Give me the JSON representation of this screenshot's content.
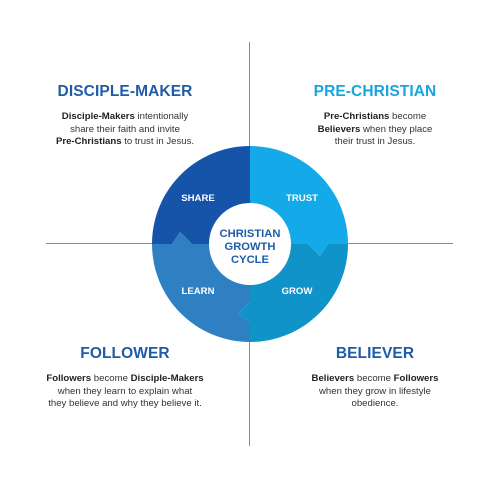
{
  "colors": {
    "share": "#1554a9",
    "trust": "#14a9e9",
    "learn": "#2f7fc3",
    "grow": "#0f93c8",
    "heading_blue": "#1f5ca8",
    "heading_cyan": "#1aa4de"
  },
  "quadrants": {
    "disciple_maker": {
      "title": "DISCIPLE-MAKER",
      "line1_bold": "Disciple-Makers",
      "line1_rest": " intentionally",
      "line2": "share their faith and invite",
      "line3_bold": "Pre-Christians",
      "line3_rest": " to trust in Jesus."
    },
    "pre_christian": {
      "title": "PRE-CHRISTIAN",
      "line1_bold": "Pre-Christians",
      "line1_rest": " become",
      "line2_bold": "Believers",
      "line2_rest": " when they place",
      "line3": "their trust in Jesus."
    },
    "follower": {
      "title": "FOLLOWER",
      "line1_bold_a": "Followers",
      "line1_mid": " become ",
      "line1_bold_b": "Disciple-Makers",
      "line2": "when they learn to explain what",
      "line3": "they believe and why they believe it."
    },
    "believer": {
      "title": "BELIEVER",
      "line1_bold_a": "Believers",
      "line1_mid": " become ",
      "line1_bold_b": "Followers",
      "line2": "when they grow in lifestyle",
      "line3": "obedience."
    }
  },
  "wheel": {
    "segments": {
      "share": "SHARE",
      "trust": "TRUST",
      "learn": "LEARN",
      "grow": "GROW"
    },
    "center": {
      "line1": "CHRISTIAN",
      "line2": "GROWTH",
      "line3": "CYCLE"
    }
  }
}
